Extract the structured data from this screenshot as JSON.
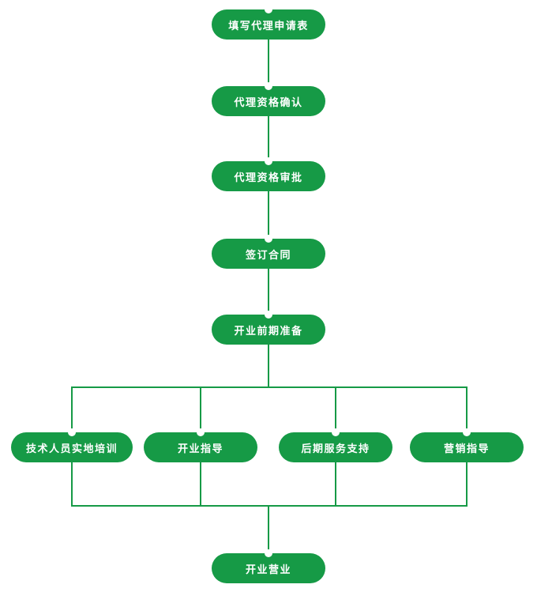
{
  "flowchart": {
    "colors": {
      "node_green": "#169a46",
      "text_white": "#ffffff",
      "background": "#ffffff"
    },
    "main_steps": [
      {
        "label": "填写代理申请表"
      },
      {
        "label": "代理资格确认"
      },
      {
        "label": "代理资格审批"
      },
      {
        "label": "签订合同"
      },
      {
        "label": "开业前期准备"
      }
    ],
    "branch_steps": [
      {
        "label": "技术人员实地培训"
      },
      {
        "label": "开业指导"
      },
      {
        "label": "后期服务支持"
      },
      {
        "label": "营销指导"
      }
    ],
    "final_step": {
      "label": "开业营业"
    }
  }
}
